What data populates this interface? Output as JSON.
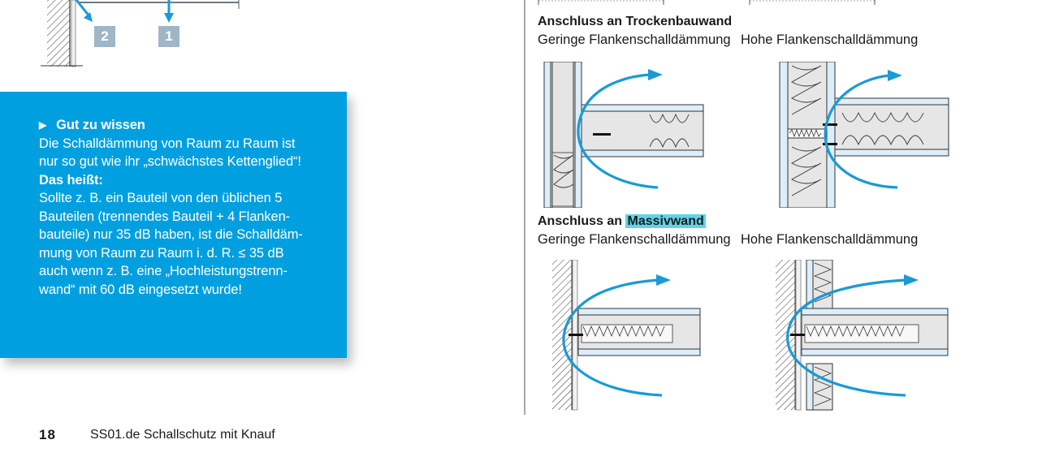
{
  "top_diagram": {
    "markers": [
      {
        "label": "2"
      },
      {
        "label": "1"
      }
    ]
  },
  "info_box": {
    "heading": "Gut zu wissen",
    "heading_icon": "triangle-right-icon",
    "line1": "Die Schalldämmung von Raum zu Raum ist",
    "line2": "nur so gut wie ihr „schwächstes Kettenglied“!",
    "subheading": "Das heißt:",
    "body_lines": [
      "Sollte z. B. ein Bauteil von den üblichen 5",
      "Bauteilen (trennendes Bauteil + 4 Flanken-",
      "bauteile) nur 35 dB haben, ist die Schalldäm-",
      "mung von Raum zu Raum i. d. R. ≤ 35 dB",
      "auch wenn z. B. eine „Hochleistungstrenn-",
      "wand“ mit 60 dB eingesetzt wurde!"
    ],
    "color": "#009fe0"
  },
  "footer": {
    "page_number": "18",
    "title": "SS01.de Schallschutz mit Knauf"
  },
  "sections": [
    {
      "title_prefix": "Anschluss an ",
      "title_main": "Trockenbauwand",
      "highlighted": false,
      "left_caption": "Geringe Flankenschalldämmung",
      "right_caption": "Hohe Flankenschalldämmung"
    },
    {
      "title_prefix": "Anschluss an ",
      "title_main": "Massivwand",
      "highlighted": true,
      "highlight_color": "#5fd4e8",
      "left_caption": "Geringe Flankenschalldämmung",
      "right_caption": "Hohe Flankenschalldämmung"
    }
  ],
  "colors": {
    "arrow": "#1a9ad6",
    "marker_bg": "#9fb6c8",
    "divider": "#a8a8a8"
  }
}
